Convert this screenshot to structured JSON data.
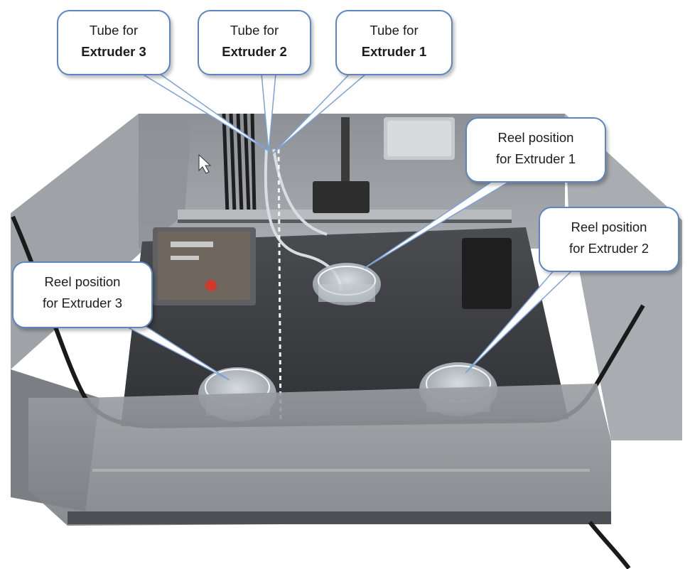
{
  "callouts": {
    "tube3": {
      "line1": "Tube for",
      "line2": "Extruder 3"
    },
    "tube2": {
      "line1": "Tube for",
      "line2": "Extruder 2"
    },
    "tube1": {
      "line1": "Tube for",
      "line2": "Extruder 1"
    },
    "reel1": {
      "line1": "Reel position",
      "line2": "for Extruder 1"
    },
    "reel2": {
      "line1": "Reel position",
      "line2": "for Extruder 2"
    },
    "reel3": {
      "line1": "Reel position",
      "line2": "for Extruder 3"
    }
  },
  "colors": {
    "callout_border": "#5b86c2",
    "pointer_line": "#7ea2d6",
    "enclosure_frame": "#2a2a2a",
    "tinted_panel": "#6f7276",
    "floor": "#3c3e41"
  }
}
